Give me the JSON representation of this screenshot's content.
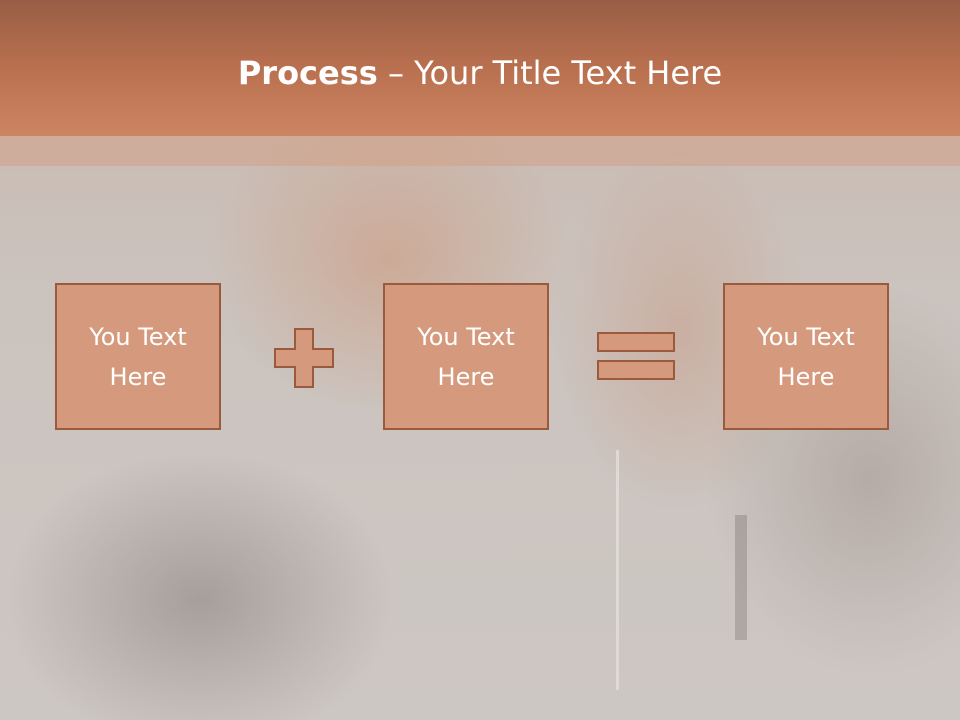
{
  "slide": {
    "title_bold": "Process",
    "title_rest": " – Your Title Text Here"
  },
  "boxes": [
    {
      "label": "You Text Here"
    },
    {
      "label": "You Text Here"
    },
    {
      "label": "You Text Here"
    }
  ],
  "colors": {
    "header": "#b9704f",
    "box_fill": "#d59a7e",
    "box_border": "#9c5a3d"
  },
  "icons": {
    "operator_1": "plus-icon",
    "operator_2": "equals-icon"
  }
}
